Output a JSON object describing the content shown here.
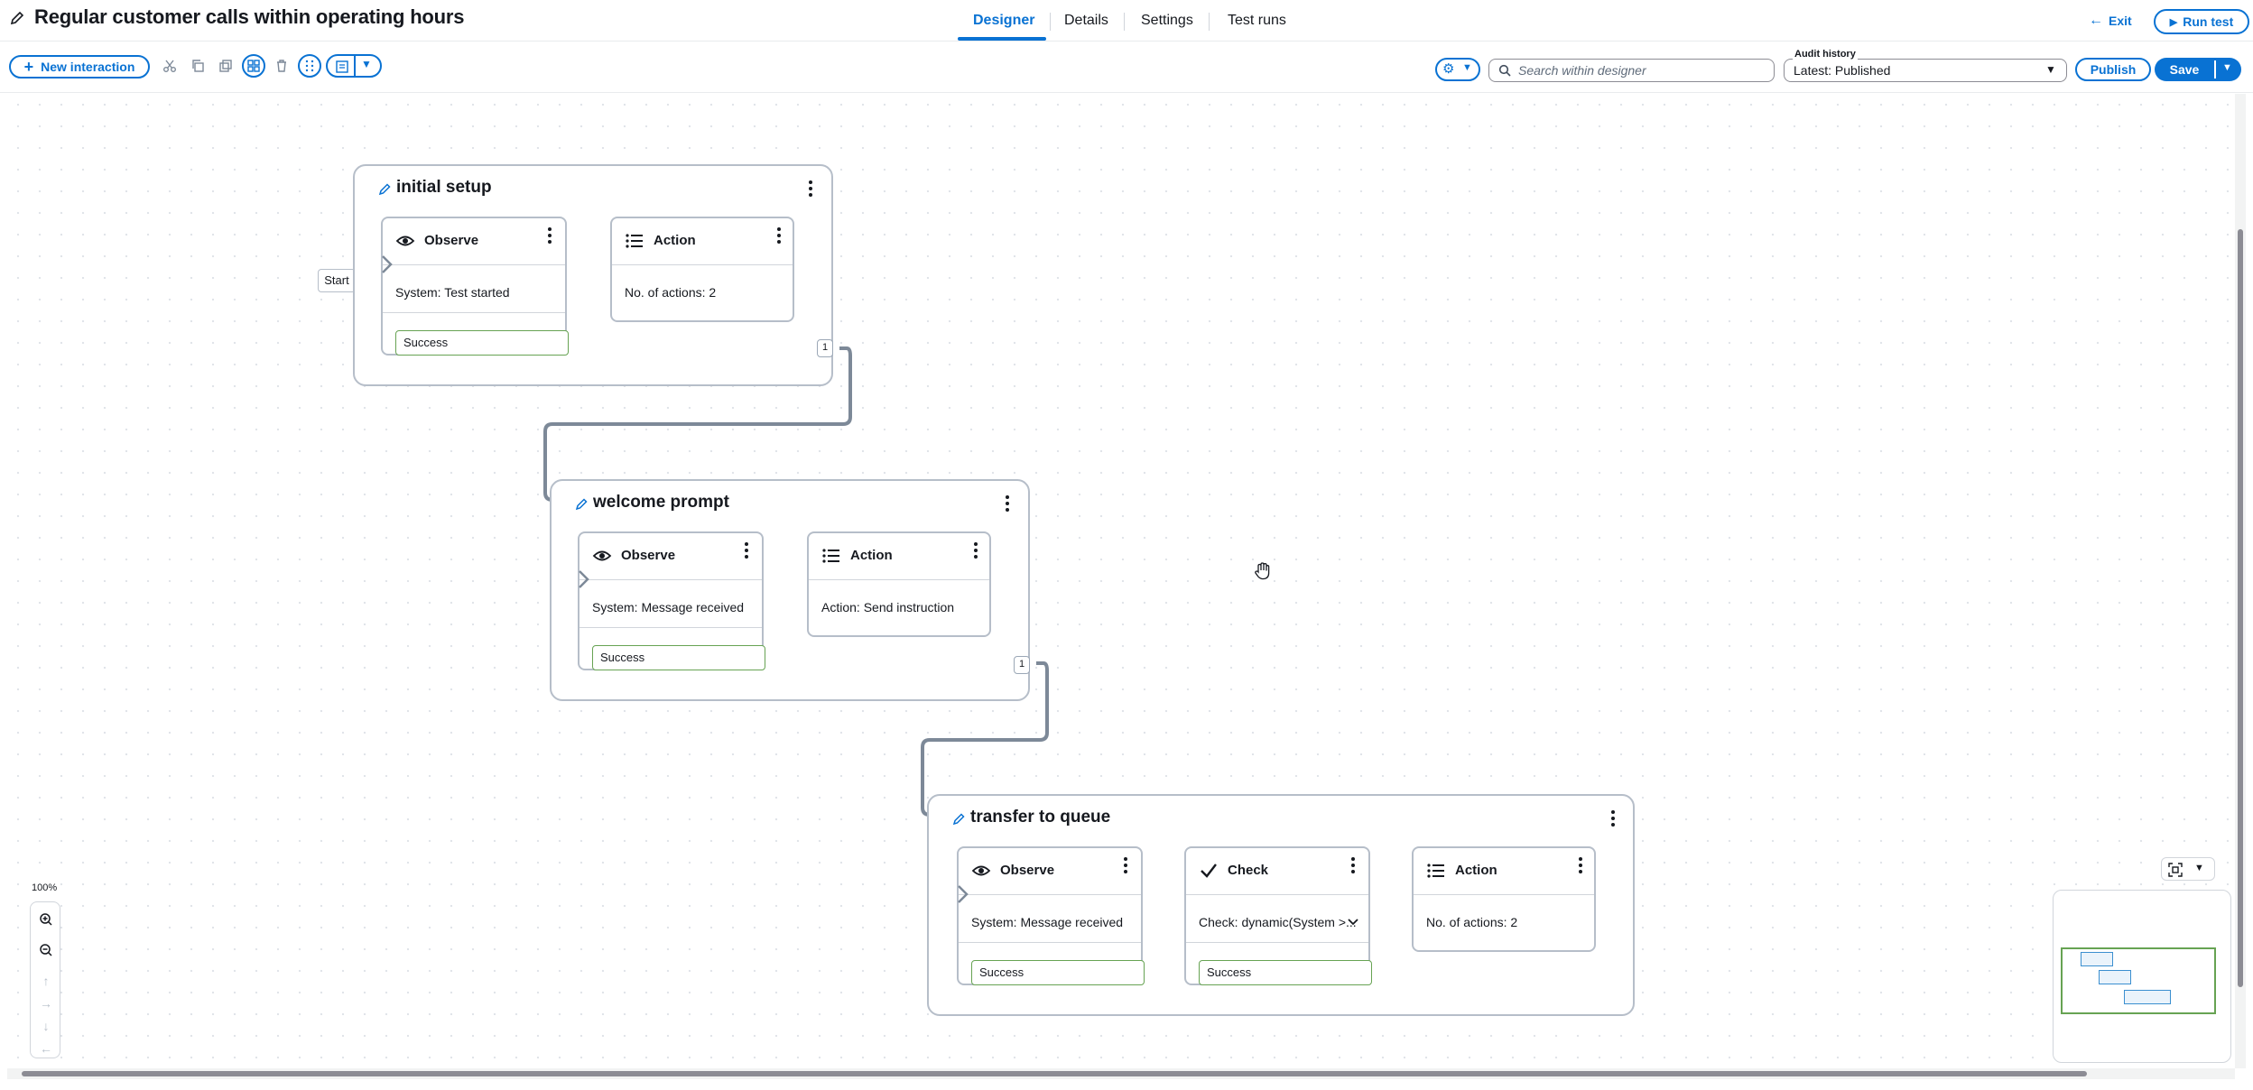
{
  "header": {
    "title": "Regular customer calls within operating hours",
    "tabs": [
      {
        "label": "Designer",
        "active": true
      },
      {
        "label": "Details"
      },
      {
        "label": "Settings"
      },
      {
        "label": "Test runs"
      }
    ],
    "exit_label": "Exit",
    "run_test_label": "Run test"
  },
  "toolbar": {
    "new_interaction_label": "New interaction",
    "search_placeholder": "Search within designer",
    "audit_history_label": "Audit history",
    "audit_history_value": "Latest: Published",
    "publish_label": "Publish",
    "save_label": "Save"
  },
  "canvas": {
    "start_label": "Start",
    "groups": [
      {
        "title": "initial setup",
        "badge": "1",
        "cards": [
          {
            "type": "Observe",
            "icon": "eye-icon",
            "body": "System: Test started",
            "success": "Success"
          },
          {
            "type": "Action",
            "icon": "list-icon",
            "body": "No. of actions: 2"
          }
        ]
      },
      {
        "title": "welcome prompt",
        "badge": "1",
        "cards": [
          {
            "type": "Observe",
            "icon": "eye-icon",
            "body": "System: Message received",
            "success": "Success"
          },
          {
            "type": "Action",
            "icon": "list-icon",
            "body": "Action: Send instruction"
          }
        ]
      },
      {
        "title": "transfer to queue",
        "cards": [
          {
            "type": "Observe",
            "icon": "eye-icon",
            "body": "System: Message received",
            "success": "Success"
          },
          {
            "type": "Check",
            "icon": "check-icon",
            "body": "Check: dynamic(System >...",
            "success": "Success"
          },
          {
            "type": "Action",
            "icon": "list-icon",
            "body": "No. of actions: 2"
          }
        ]
      }
    ]
  },
  "zoom": {
    "level": "100%"
  },
  "colors": {
    "accent": "#0972d3",
    "success": "#67a353",
    "connector": "#7d8998"
  }
}
